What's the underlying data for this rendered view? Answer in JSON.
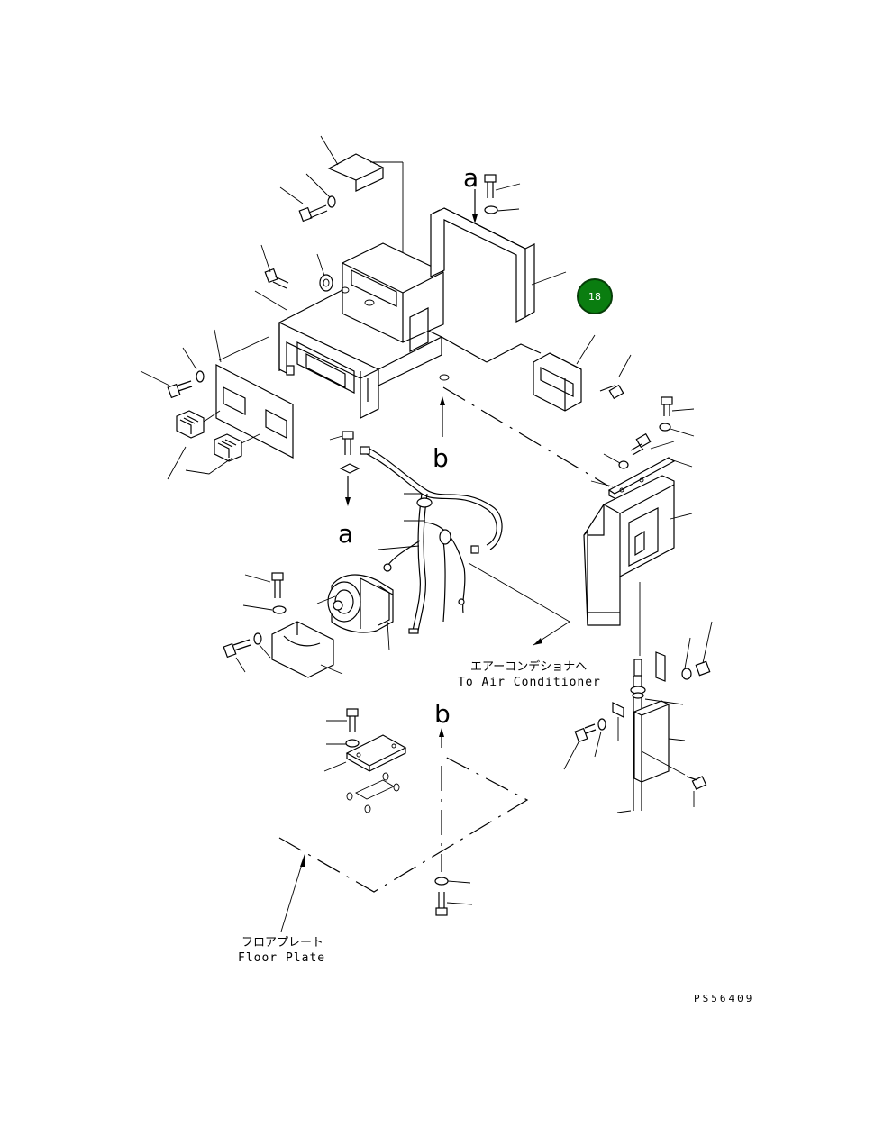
{
  "callout": {
    "number": "18",
    "color": "#0a7d10"
  },
  "view_refs": {
    "a": "a",
    "b": "b"
  },
  "labels": {
    "to_ac_jp": "エアーコンデショナヘ",
    "to_ac_en": "To Air Conditioner",
    "floor_jp": "フロアプレート",
    "floor_en": "Floor Plate"
  },
  "drawing_code": "PS56409"
}
